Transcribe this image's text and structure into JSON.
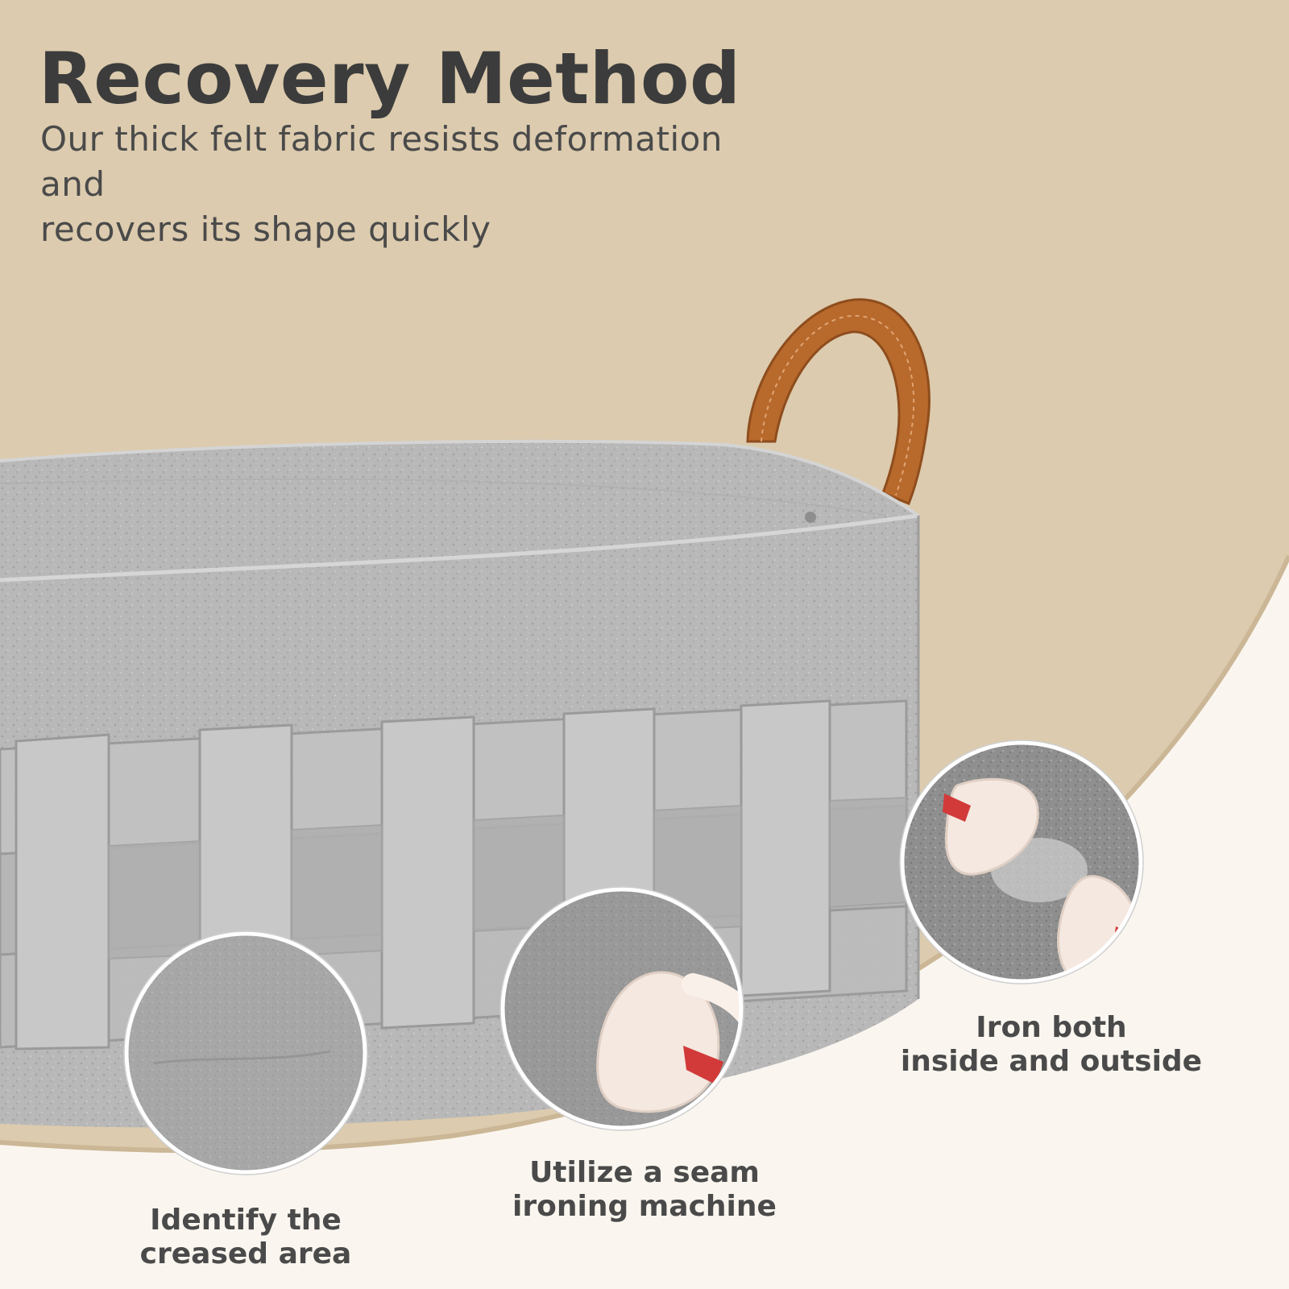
{
  "header": {
    "title": "Recovery Method",
    "subtitle_line1": "Our thick felt fabric resists deformation and",
    "subtitle_line2": "recovers its shape quickly"
  },
  "steps": [
    {
      "line1": "Identify the",
      "line2": "creased area",
      "icon": "felt-closeup"
    },
    {
      "line1": "Utilize a seam",
      "line2": "ironing machine",
      "icon": "seam-iron"
    },
    {
      "line1": "Iron both",
      "line2": "inside and outside",
      "icon": "two-irons"
    }
  ],
  "colors": {
    "beige_background": "#dccbae",
    "cream_background": "#faf6ef",
    "felt_gray": "#b9b9b9",
    "leather_handle": "#b8692c",
    "iron_tip": "#d23a3a"
  }
}
